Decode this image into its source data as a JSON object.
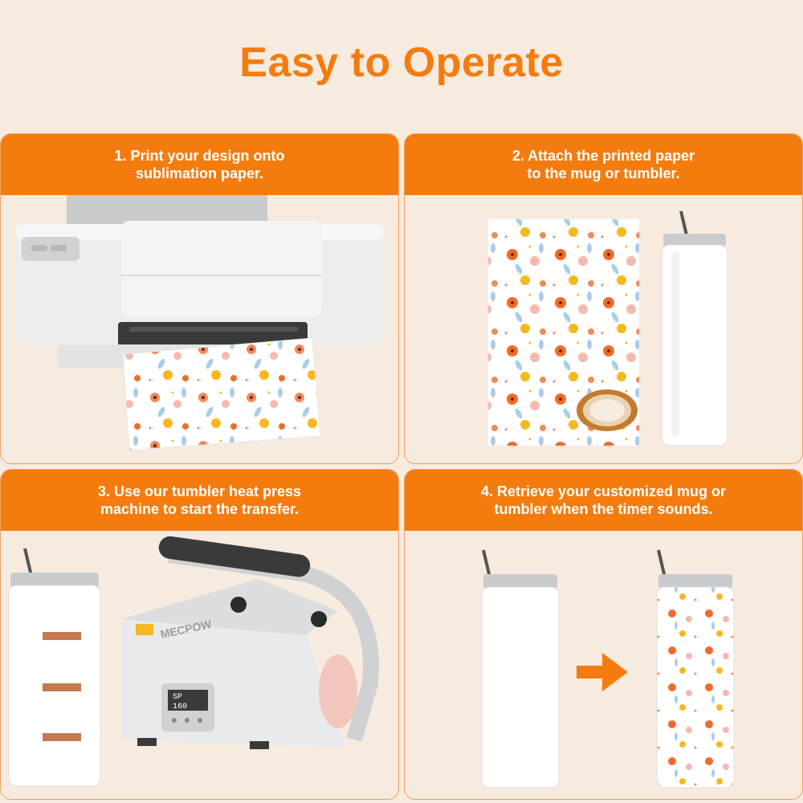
{
  "title": "Easy to Operate",
  "steps": [
    {
      "text": "1. Print your design onto\nsublimation paper."
    },
    {
      "text": "2. Attach the printed paper\nto the mug or tumbler."
    },
    {
      "text": "3. Use our tumbler heat press\nmachine to start the transfer."
    },
    {
      "text": "4. Retrieve your customized mug or\ntumbler when the timer sounds."
    }
  ],
  "machine": {
    "brand": "MECPOW",
    "display_top": "SP",
    "display_bottom": "160"
  },
  "colors": {
    "accent": "#f47c0f",
    "background": "#f7ebe0"
  }
}
